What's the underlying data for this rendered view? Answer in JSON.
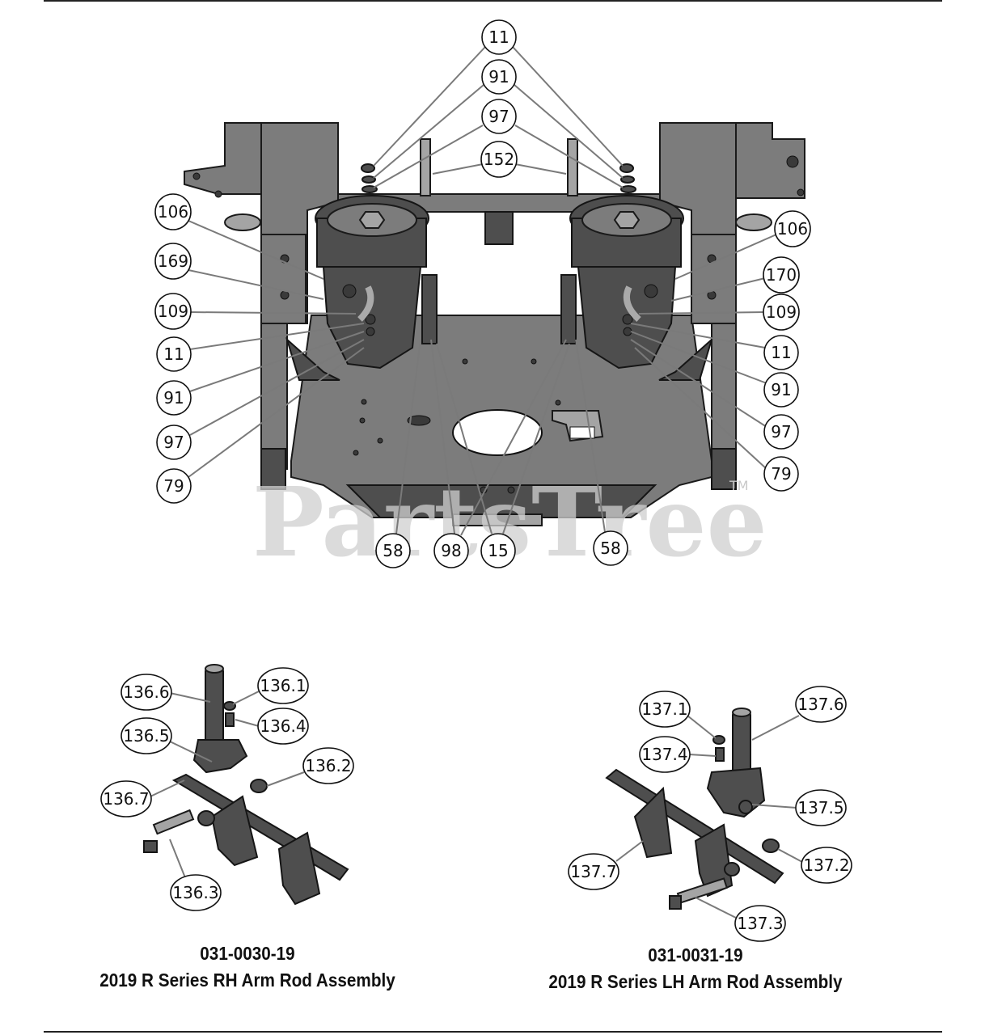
{
  "watermark": {
    "text": "PartsTree",
    "trademark": "TM"
  },
  "callouts_main": [
    "11",
    "91",
    "97",
    "152",
    "106",
    "169",
    "109",
    "11",
    "91",
    "97",
    "79",
    "106",
    "170",
    "109",
    "11",
    "91",
    "97",
    "79",
    "58",
    "98",
    "15",
    "58"
  ],
  "callouts_rh": [
    "136.6",
    "136.1",
    "136.4",
    "136.5",
    "136.2",
    "136.7",
    "136.3"
  ],
  "callouts_lh": [
    "137.1",
    "137.6",
    "137.4",
    "137.5",
    "137.7",
    "137.2",
    "137.3"
  ],
  "rh_assembly": {
    "part_number": "031-0030-19",
    "title": "2019 R Series RH Arm Rod Assembly"
  },
  "lh_assembly": {
    "part_number": "031-0031-19",
    "title": "2019 R Series LH Arm Rod Assembly"
  },
  "colors": {
    "frame": "#7c7c7c",
    "dark": "#4e4e4e",
    "leader": "#7a7a7a"
  }
}
